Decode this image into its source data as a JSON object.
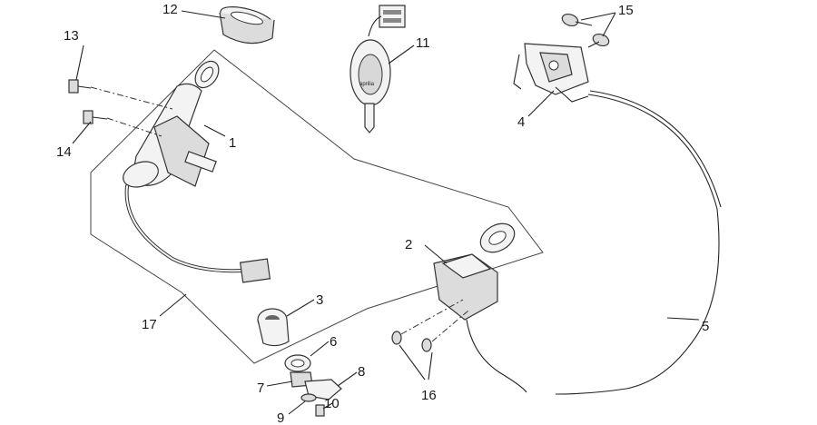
{
  "diagram": {
    "labels": {
      "p1": "1",
      "p2": "2",
      "p3": "3",
      "p4": "4",
      "p5": "5",
      "p6": "6",
      "p7": "7",
      "p8": "8",
      "p9": "9",
      "p10": "10",
      "p11": "11",
      "p12": "12",
      "p13": "13",
      "p14": "14",
      "p15": "15",
      "p16": "16",
      "p17": "17"
    },
    "key_logo_text": "aprilia"
  }
}
